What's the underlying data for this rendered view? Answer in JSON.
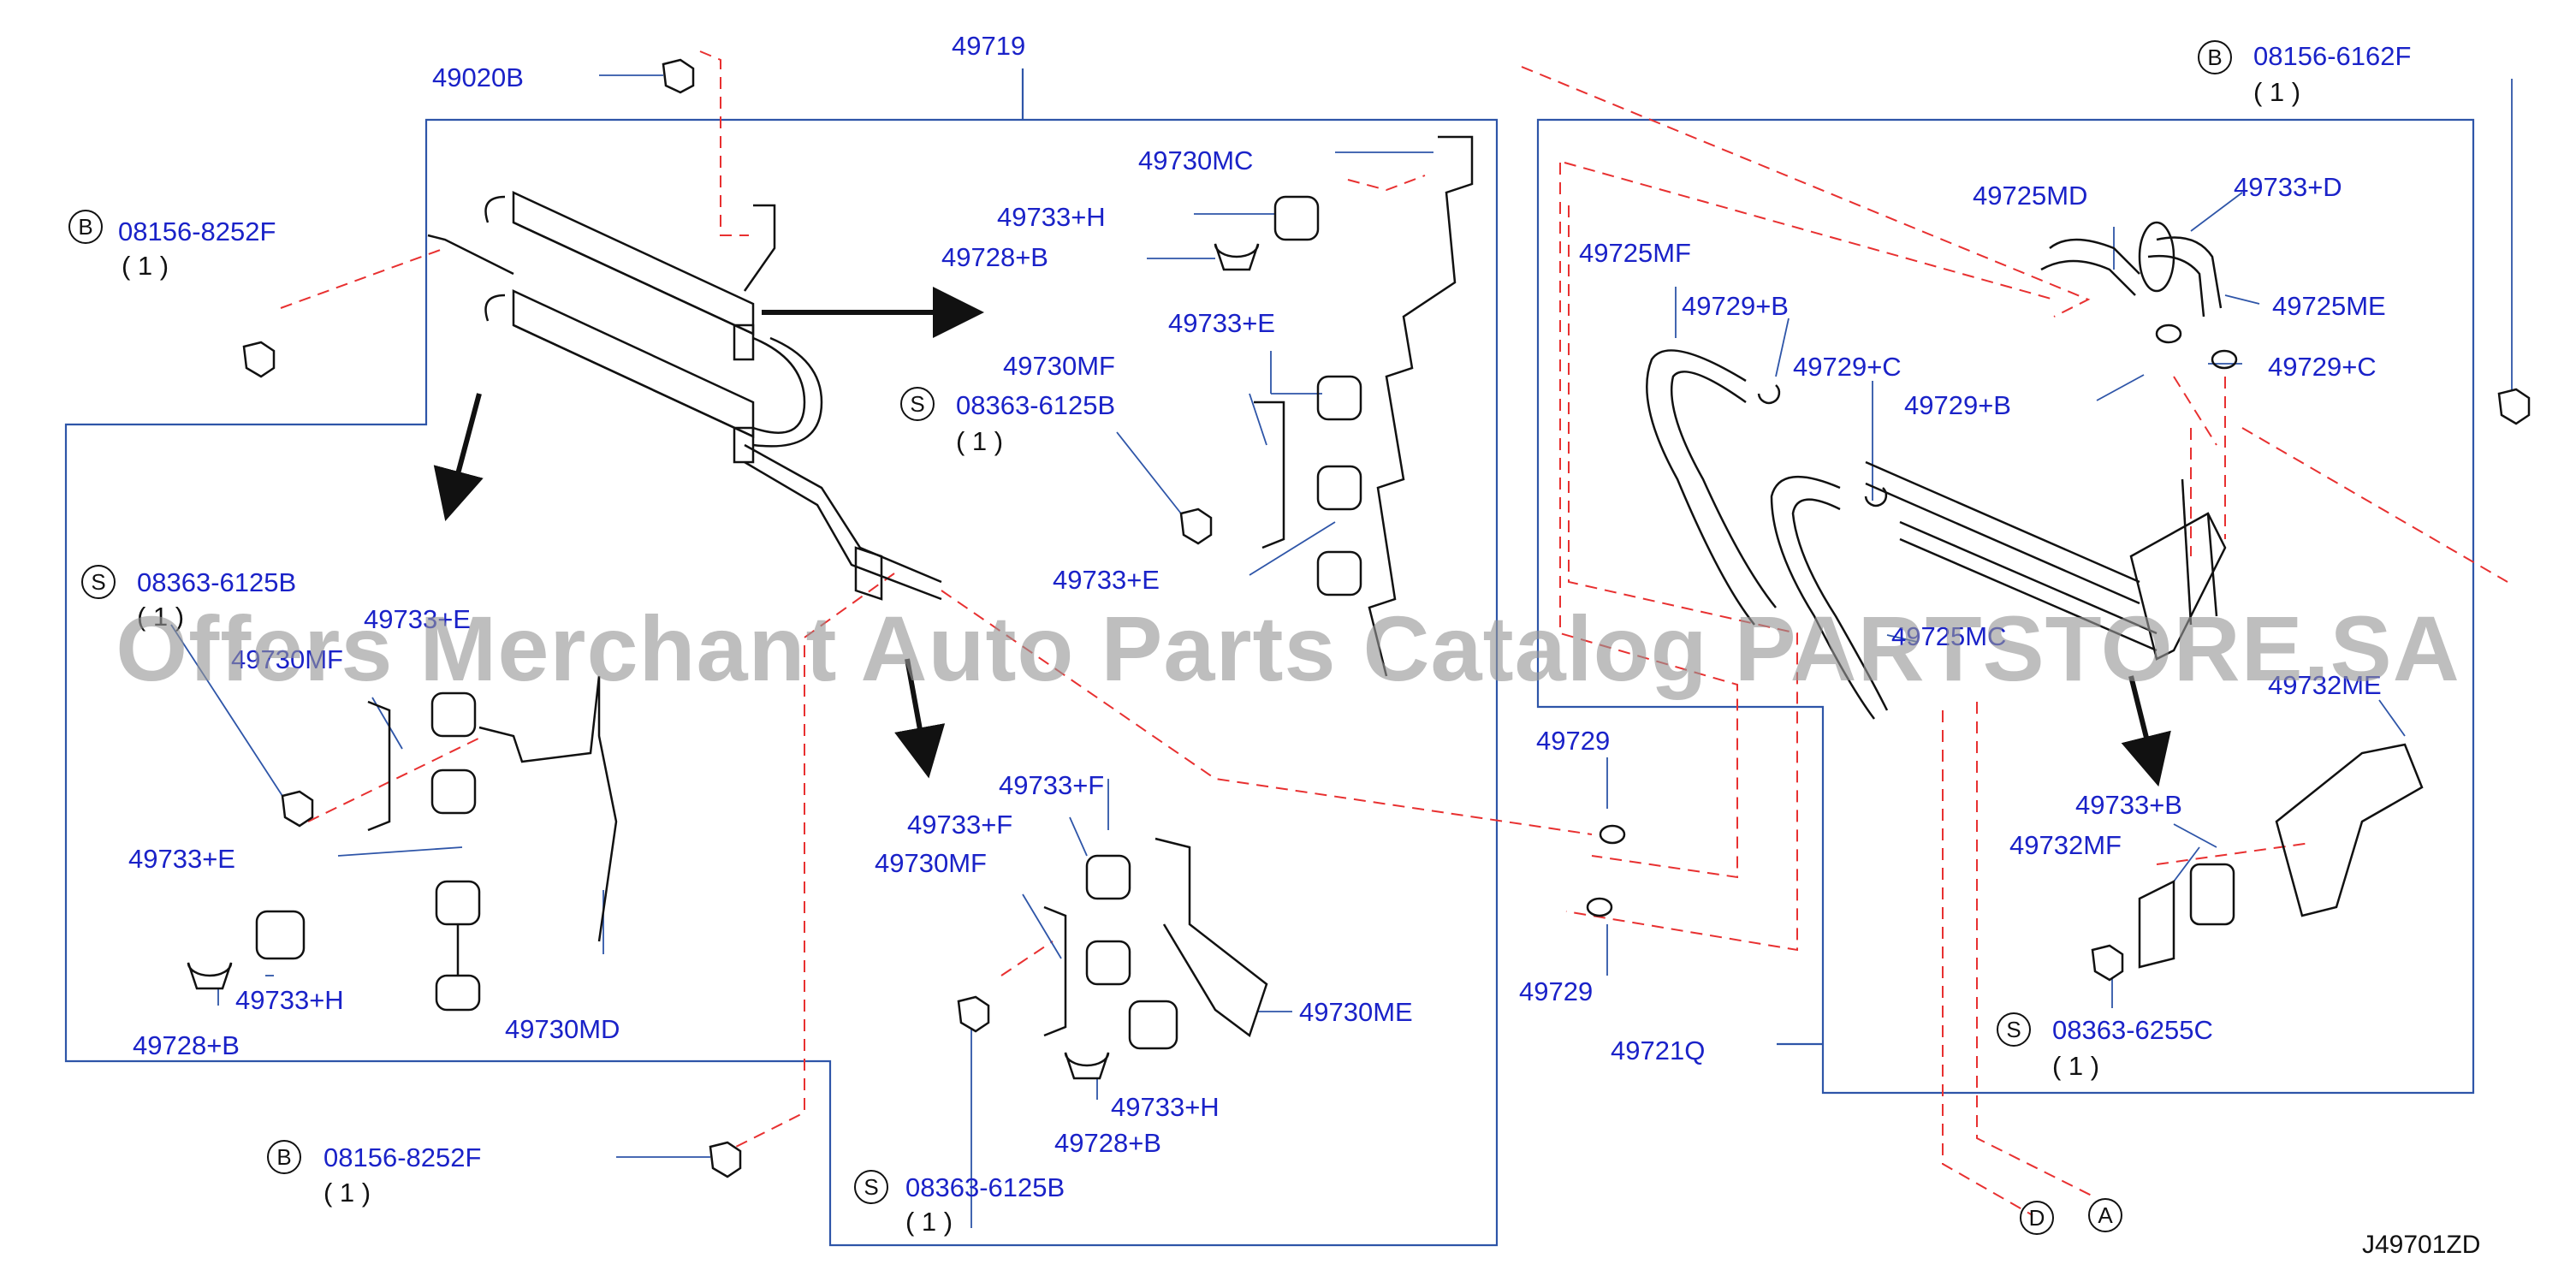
{
  "diagram_code": "J49701ZD",
  "watermark": "Offers Merchant Auto Parts Catalog PARTSTORE.SA",
  "badge_letters": {
    "bolt": "B",
    "screw": "S",
    "connector_a": "A",
    "connector_d": "D"
  },
  "labels": {
    "p49719": "49719",
    "p49020B": "49020B",
    "p08156_8252F_top": "08156-8252F",
    "qty_08156_8252F_top": "( 1 )",
    "p49730MC": "49730MC",
    "p49733H_top": "49733+H",
    "p49728B_top": "49728+B",
    "p49733E_mid": "49733+E",
    "p49730MF_mid": "49730MF",
    "p08363_6125B_mid": "08363-6125B",
    "qty_08363_6125B_mid": "( 1 )",
    "p49733E_mid2": "49733+E",
    "p08363_6125B_left": "08363-6125B",
    "qty_08363_6125B_left": "( 1 )",
    "p49733E_left_top": "49733+E",
    "p49730MF_left": "49730MF",
    "p49733E_left_bottom": "49733+E",
    "p49733H_left": "49733+H",
    "p49728B_left": "49728+B",
    "p49730MD": "49730MD",
    "p49733F_a": "49733+F",
    "p49733F_b": "49733+F",
    "p49730MF_bottom": "49730MF",
    "p49730ME": "49730ME",
    "p49733H_bottom": "49733+H",
    "p49728B_bottom": "49728+B",
    "p08363_6125B_bottom": "08363-6125B",
    "qty_08363_6125B_bottom": "( 1 )",
    "p08156_8252F_bottom": "08156-8252F",
    "qty_08156_8252F_bottom": "( 1 )",
    "p08156_6162F": "08156-6162F",
    "qty_08156_6162F": "( 1 )",
    "p49725MD": "49725MD",
    "p49733D": "49733+D",
    "p49725MF": "49725MF",
    "p49729B_a": "49729+B",
    "p49725ME": "49725ME",
    "p49729C_a": "49729+C",
    "p49729C_b": "49729+C",
    "p49729B_b": "49729+B",
    "p49725MC": "49725MC",
    "p49732ME": "49732ME",
    "p49729_a": "49729",
    "p49729_b": "49729",
    "p49733B": "49733+B",
    "p49732MF": "49732MF",
    "p49721Q": "49721Q",
    "p08363_6255C": "08363-6255C",
    "qty_08363_6255C": "( 1 )"
  }
}
